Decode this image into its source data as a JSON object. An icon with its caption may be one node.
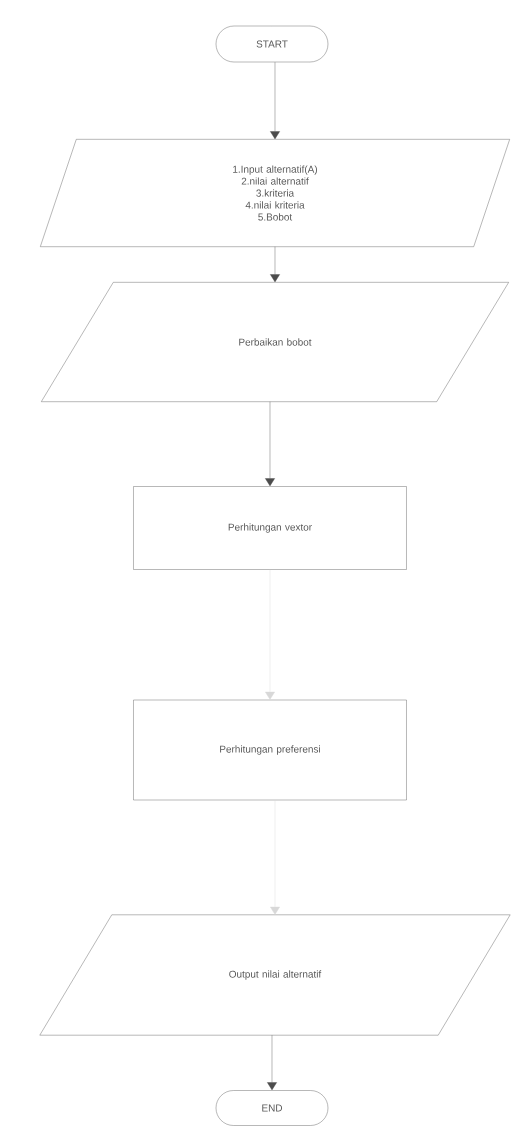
{
  "diagram": {
    "nodes": [
      {
        "text": [
          "START"
        ]
      },
      {
        "text": [
          "1.Input alternatif(A)",
          "2.nilai alternatif",
          "3.kriteria",
          "4.nilai kriteria",
          "5.Bobot"
        ]
      },
      {
        "text": [
          "Perbaikan bobot"
        ]
      },
      {
        "text": [
          "Perhitungan vextor"
        ]
      },
      {
        "text": [
          "Perhitungan preferensi"
        ]
      },
      {
        "text": [
          "Output nilai alternatif"
        ]
      },
      {
        "text": [
          "END"
        ]
      }
    ],
    "edges": [
      {
        "from": 0,
        "to": 1,
        "arrow": "to"
      },
      {
        "from": 1,
        "to": 2,
        "arrow": "to"
      },
      {
        "from": 2,
        "to": 3,
        "arrow": "to"
      },
      {
        "from": 3,
        "to": 4,
        "arrow": "to",
        "color": "#d8d8d8"
      },
      {
        "from": 4,
        "to": 5,
        "arrow": "to",
        "color": "#d8d8d8"
      },
      {
        "from": 5,
        "to": 6,
        "arrow": "to"
      }
    ]
  }
}
